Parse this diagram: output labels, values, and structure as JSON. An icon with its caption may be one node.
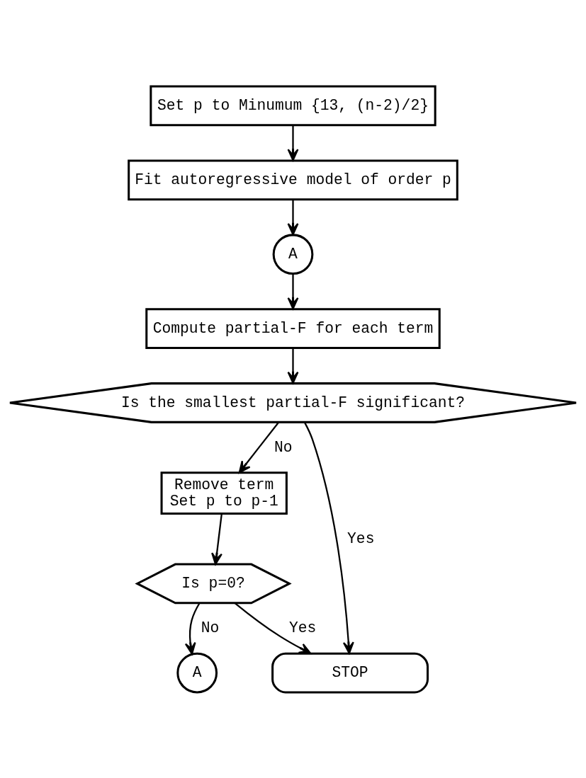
{
  "diagram": {
    "nodes": [
      {
        "text": [
          "Set p to Minumum {13, (n-2)/2}"
        ]
      },
      {
        "text": [
          "Fit autoregressive model of order p"
        ]
      },
      {
        "text": [
          "A"
        ]
      },
      {
        "text": [
          "Compute partial-F for each term"
        ]
      },
      {
        "text": [
          "Is the smallest partial-F significant?"
        ]
      },
      {
        "text": [
          "Remove term",
          "Set p to p-1"
        ]
      },
      {
        "text": [
          "Is p=0?"
        ]
      },
      {
        "text": [
          "A"
        ]
      },
      {
        "text": [
          "STOP"
        ]
      }
    ],
    "edges": [
      {
        "from": 0,
        "to": 1,
        "arrow": "to"
      },
      {
        "from": 1,
        "to": 2,
        "arrow": "to"
      },
      {
        "from": 2,
        "to": 3,
        "arrow": "to"
      },
      {
        "from": 3,
        "to": 4,
        "arrow": "to"
      },
      {
        "from": 4,
        "to": 5,
        "arrow": "to",
        "label": "No"
      },
      {
        "from": 4,
        "to": 8,
        "arrow": "to",
        "label": "Yes"
      },
      {
        "from": 5,
        "to": 6,
        "arrow": "to"
      },
      {
        "from": 6,
        "to": 8,
        "arrow": "to",
        "label": "Yes"
      },
      {
        "from": 6,
        "to": 7,
        "arrow": "to",
        "label": "No"
      }
    ]
  }
}
